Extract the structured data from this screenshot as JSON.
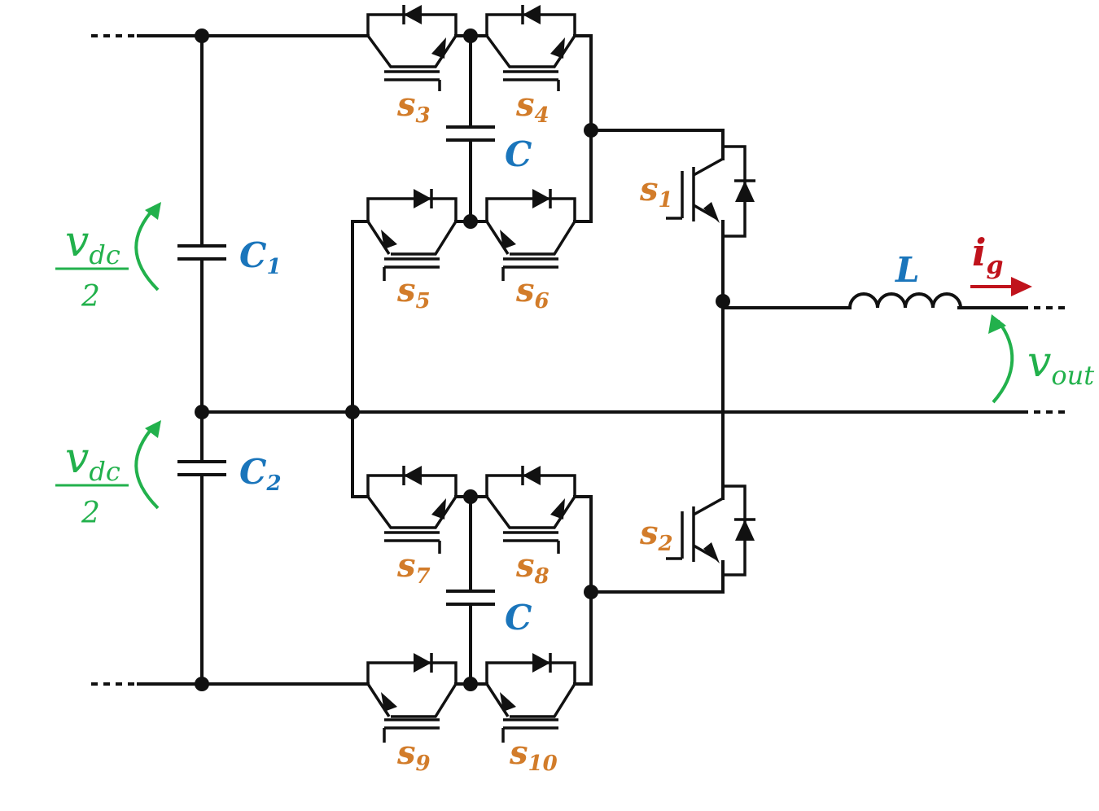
{
  "colors": {
    "wire": "#111111",
    "switch_label": "#d27c2a",
    "capacitor_label": "#1a75bb",
    "voltage": "#22b14c",
    "current": "#c0131c"
  },
  "labels": {
    "s3": {
      "base": "s",
      "sub": "3"
    },
    "s4": {
      "base": "s",
      "sub": "4"
    },
    "s5": {
      "base": "s",
      "sub": "5"
    },
    "s6": {
      "base": "s",
      "sub": "6"
    },
    "s7": {
      "base": "s",
      "sub": "7"
    },
    "s8": {
      "base": "s",
      "sub": "8"
    },
    "s9": {
      "base": "s",
      "sub": "9"
    },
    "s10": {
      "base": "s",
      "sub": "10"
    },
    "s1": {
      "base": "s",
      "sub": "1"
    },
    "s2": {
      "base": "s",
      "sub": "2"
    },
    "c_top": "C",
    "c_bottom": "C",
    "c1": {
      "base": "C",
      "sub": "1"
    },
    "c2": {
      "base": "C",
      "sub": "2"
    },
    "inductor": "L",
    "ig": {
      "base": "i",
      "sub": "g"
    },
    "vout": {
      "base": "v",
      "sub": "out"
    },
    "vdc_top": {
      "base": "v",
      "sub": "dc",
      "den": "2"
    },
    "vdc_bottom": {
      "base": "v",
      "sub": "dc",
      "den": "2"
    }
  }
}
